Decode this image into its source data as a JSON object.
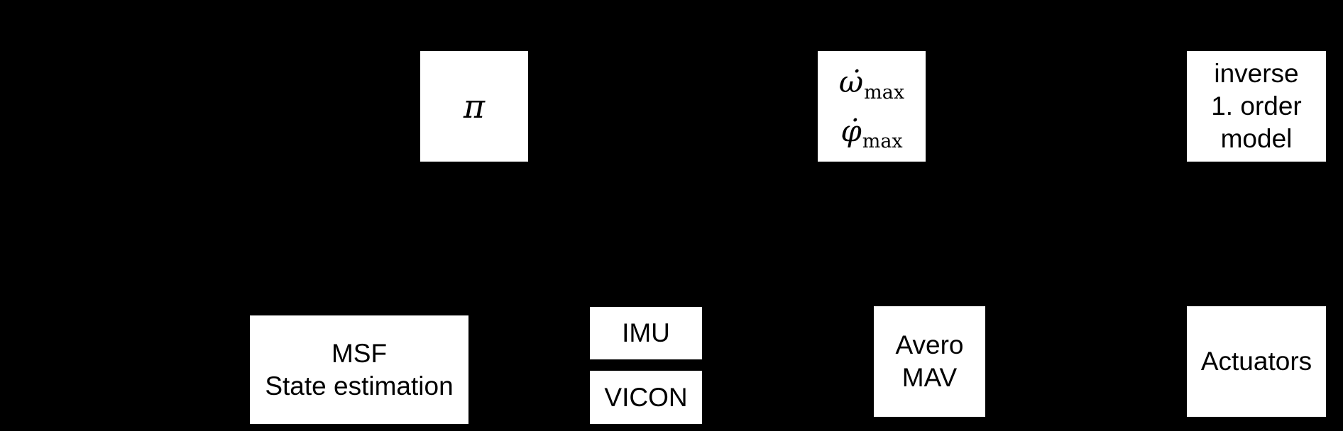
{
  "diagram": {
    "description": "Control architecture block diagram on black background; connecting arrows not visible",
    "colors": {
      "background": "#000000",
      "box_fill": "#ffffff",
      "text": "#000000"
    },
    "boxes": {
      "policy": {
        "symbol": "π"
      },
      "limits": {
        "line1": {
          "symbol": "ω̇",
          "subscript": "max"
        },
        "line2": {
          "symbol": "φ̇",
          "subscript": "max"
        }
      },
      "inverse_model": {
        "line1": "inverse",
        "line2": "1. order",
        "line3": "model"
      },
      "state_estimation": {
        "line1": "MSF",
        "line2": "State estimation"
      },
      "imu": {
        "label": "IMU"
      },
      "vicon": {
        "label": "VICON"
      },
      "avero_mav": {
        "line1": "Avero",
        "line2": "MAV"
      },
      "actuators": {
        "label": "Actuators"
      }
    }
  }
}
